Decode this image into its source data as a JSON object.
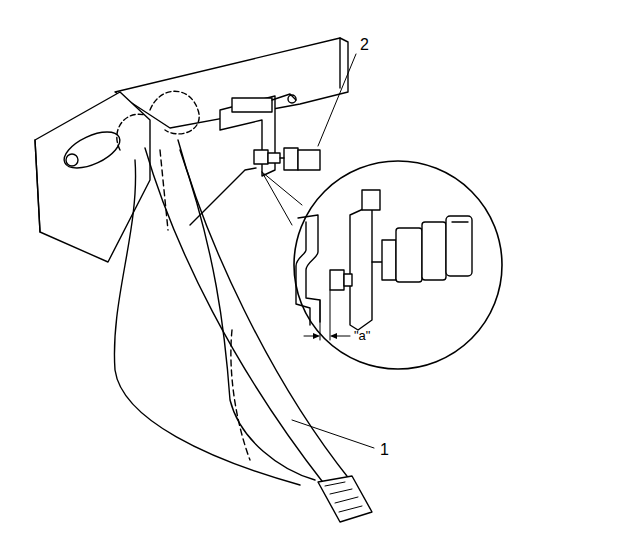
{
  "diagram": {
    "labels": [
      "2",
      "\"a\"",
      "1"
    ]
  }
}
